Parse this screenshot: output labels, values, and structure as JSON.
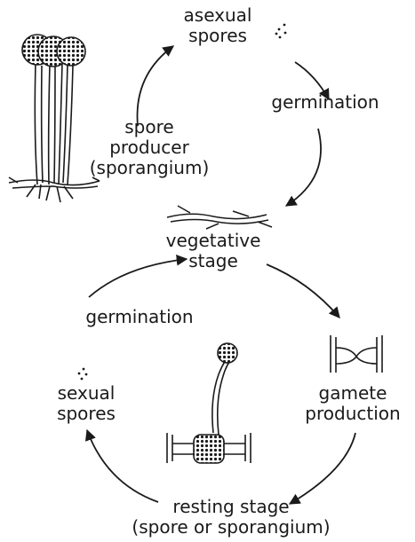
{
  "labels": {
    "asexual_spores": [
      "asexual",
      "spores"
    ],
    "germination_top": "germination",
    "spore_producer": [
      "spore",
      "producer",
      "(sporangium)"
    ],
    "vegetative_stage": [
      "vegetative",
      "stage"
    ],
    "germination_bottom": "germination",
    "gamete_production": [
      "gamete",
      "production"
    ],
    "sexual_spores": [
      "sexual",
      "spores"
    ],
    "resting_stage": [
      "resting stage",
      "(spore or sporangium)"
    ]
  },
  "colors": {
    "ink": "#1a1a1a",
    "background": "#ffffff"
  }
}
